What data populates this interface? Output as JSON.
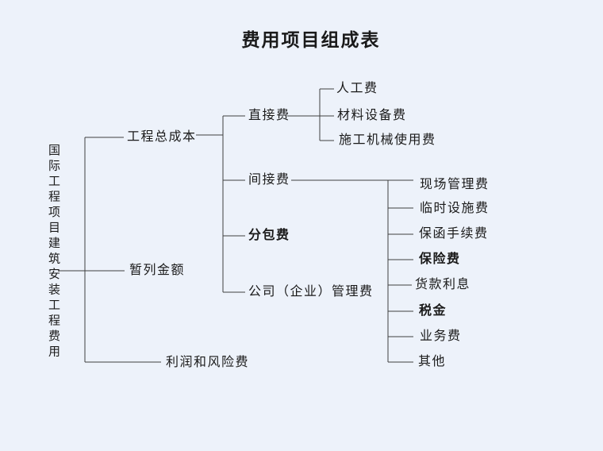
{
  "title": "费用项目组成表",
  "colors": {
    "background": "#edf2fa",
    "line": "#404040",
    "text": "#1a1a1a"
  },
  "tree": {
    "root": {
      "label": "国际工程项目建筑安装工程费用"
    },
    "level1": [
      {
        "label": "工程总成本"
      },
      {
        "label": "暂列金额"
      },
      {
        "label": "利润和风险费"
      }
    ],
    "total_cost_children": [
      {
        "label": "直接费"
      },
      {
        "label": "间接费"
      },
      {
        "label": "分包费"
      },
      {
        "label": "公司（企业）管理费"
      }
    ],
    "direct_cost_children": [
      {
        "label": "人工费"
      },
      {
        "label": "材料设备费"
      },
      {
        "label": "施工机械使用费"
      }
    ],
    "indirect_cost_children": [
      {
        "label": "现场管理费"
      },
      {
        "label": "临时设施费"
      },
      {
        "label": "保函手续费"
      },
      {
        "label": "保险费"
      },
      {
        "label": "货款利息"
      },
      {
        "label": "税金"
      },
      {
        "label": "业务费"
      },
      {
        "label": "其他"
      }
    ]
  }
}
